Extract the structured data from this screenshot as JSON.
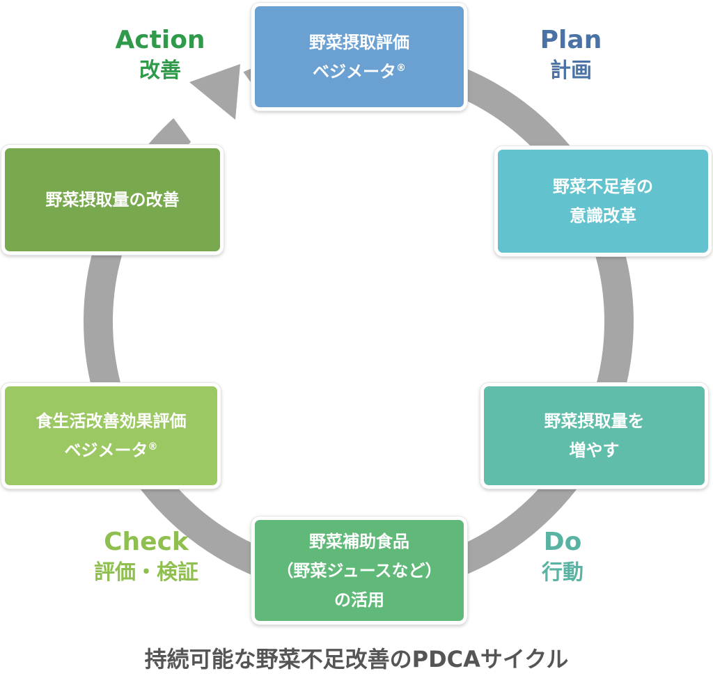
{
  "cycle": {
    "top_box": {
      "line1": "野菜摂取評価",
      "line2": "ベジメータ",
      "mark": "®"
    },
    "right_upper_box": {
      "line1": "野菜不足者の",
      "line2": "意識改革"
    },
    "right_lower_box": {
      "line1": "野菜摂取量を",
      "line2": "増やす"
    },
    "bottom_box": {
      "line1": "野菜補助食品",
      "line2": "（野菜ジュースなど）",
      "line3": "の活用"
    },
    "left_lower_box": {
      "line1": "食生活改善効果評価",
      "line2": "ベジメータ",
      "mark": "®"
    },
    "left_upper_box": {
      "line1": "野菜摂取量の改善"
    }
  },
  "phases": {
    "action": {
      "en": "Action",
      "ja": "改善"
    },
    "plan": {
      "en": "Plan",
      "ja": "計画"
    },
    "check": {
      "en": "Check",
      "ja": "評価・検証"
    },
    "do": {
      "en": "Do",
      "ja": "行動"
    }
  },
  "caption": "持続可能な野菜不足改善のPDCAサイクル",
  "colors": {
    "ring": "#a6a6a6",
    "top_box": "#6aa0d2",
    "right_upper_box": "#62c2cd",
    "right_lower_box": "#60bda9",
    "bottom_box": "#60b879",
    "left_lower_box": "#9cc864",
    "left_upper_box": "#79a94f",
    "action": "#2e9a4a",
    "plan": "#4a72a4",
    "check": "#8fc04f",
    "do": "#58b3a2",
    "caption": "#555555"
  }
}
